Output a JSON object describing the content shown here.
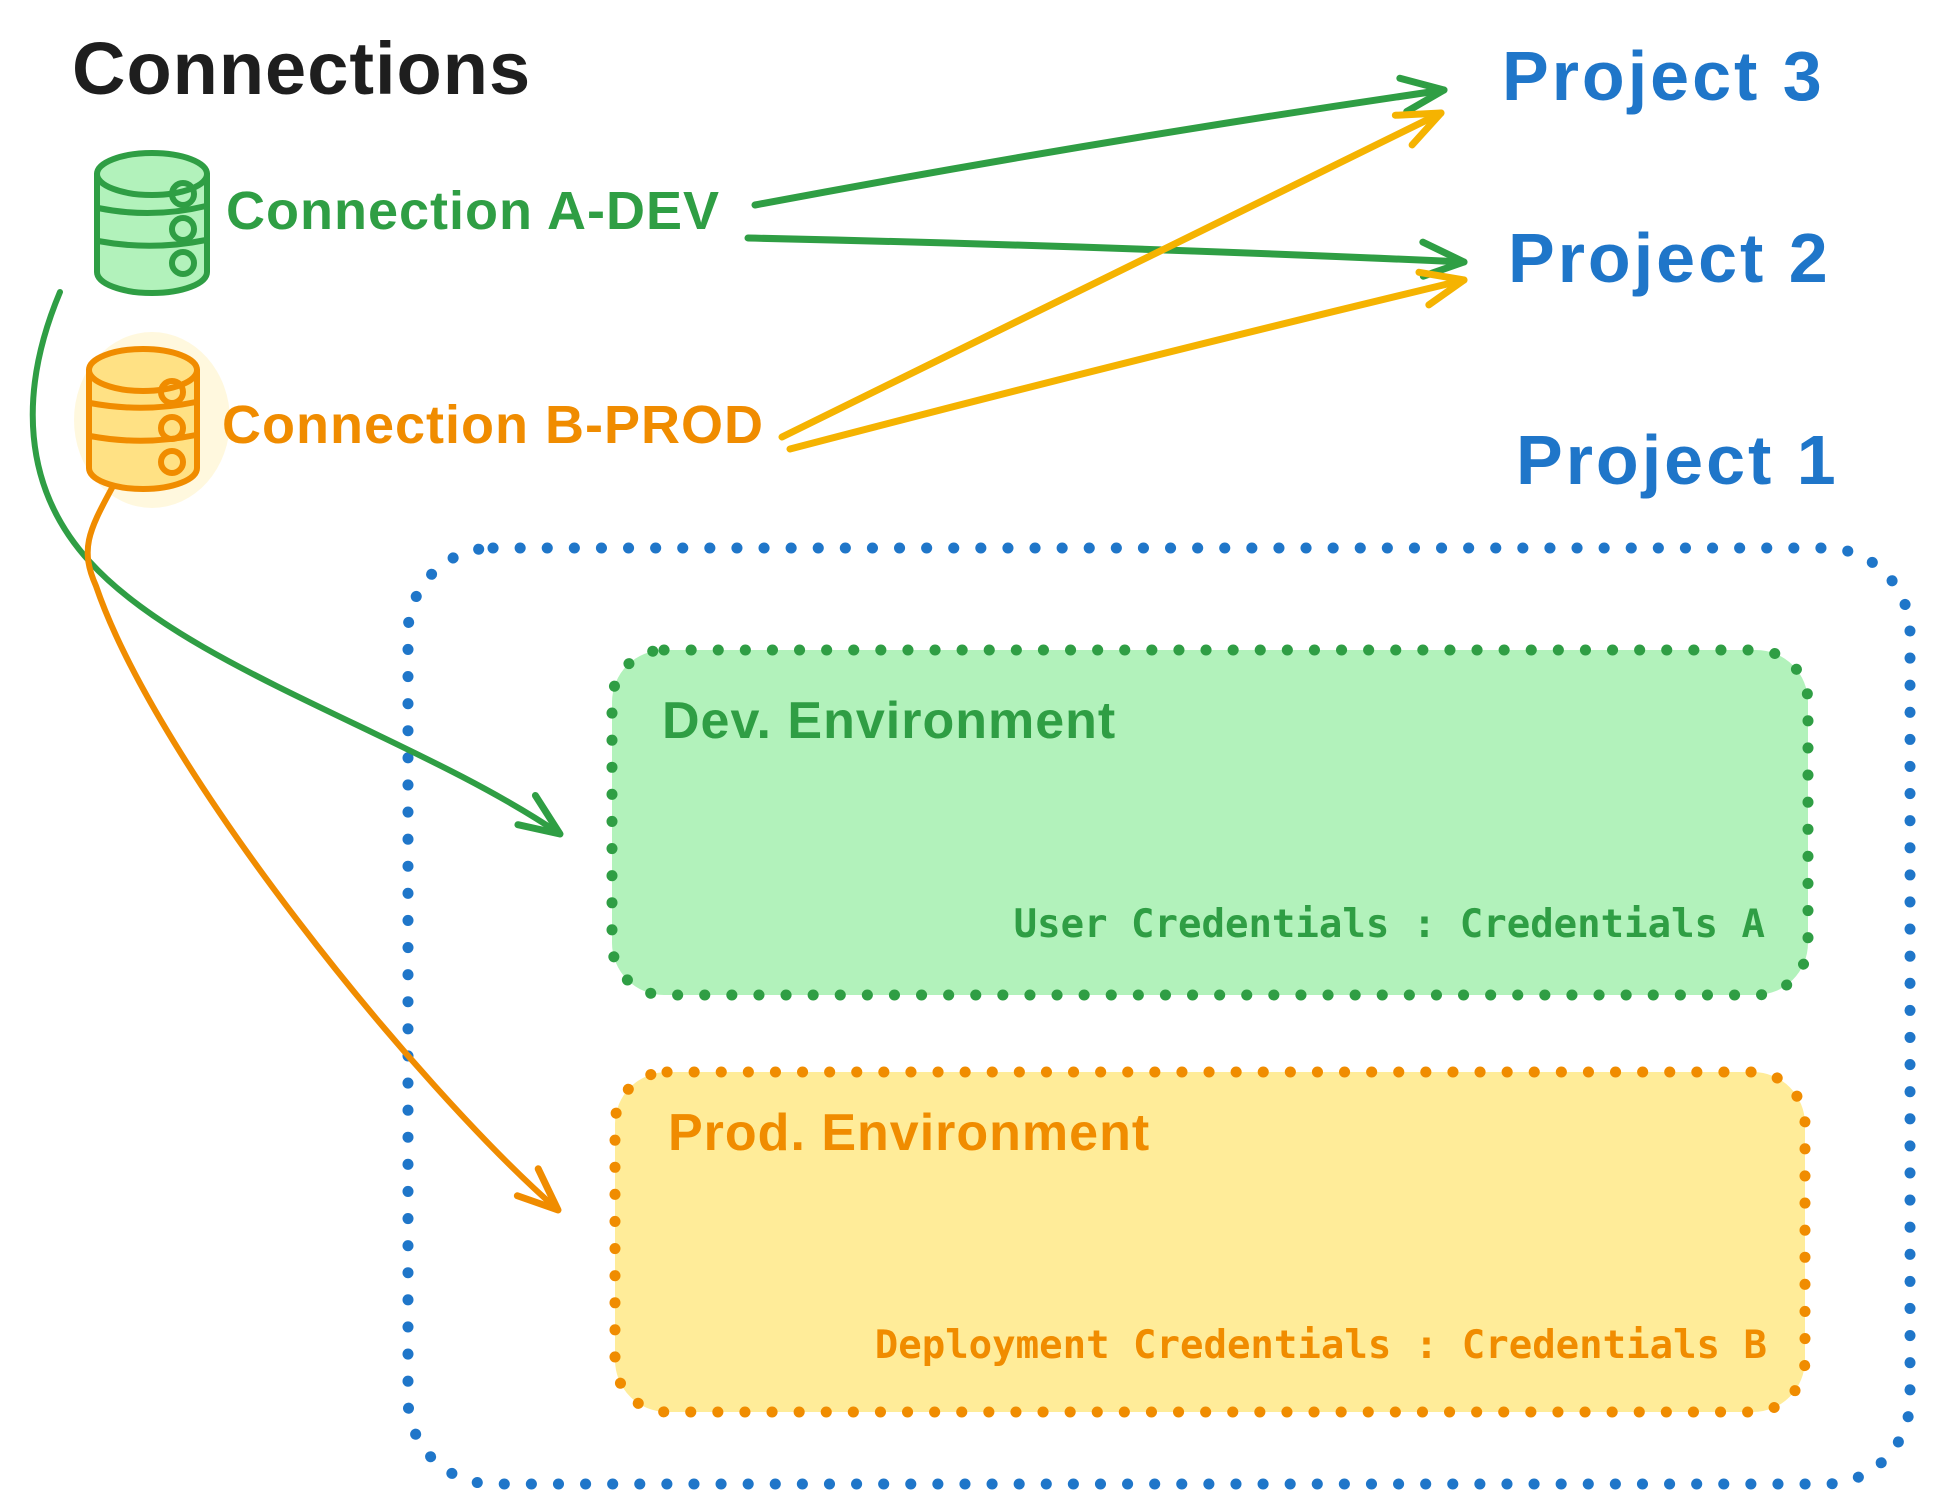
{
  "title": "Connections",
  "connections": [
    {
      "id": "a-dev",
      "label": "Connection A-DEV"
    },
    {
      "id": "b-prod",
      "label": "Connection B-PROD"
    }
  ],
  "projects": [
    {
      "label": "Project 3"
    },
    {
      "label": "Project 2"
    },
    {
      "label": "Project 1"
    }
  ],
  "environments": {
    "dev": {
      "title": "Dev. Environment",
      "credentials": "User Credentials : Credentials A"
    },
    "prod": {
      "title": "Prod. Environment",
      "credentials": "Deployment Credentials : Credentials B"
    }
  },
  "colors": {
    "bg": "#ffffff",
    "ink": "#1e1e1e",
    "green": "#2f9e44",
    "green_fill": "#b2f2bb",
    "orange": "#f08c00",
    "orange_fill": "#ffec99",
    "orange_db_fill": "#ffe184",
    "orange_halo": "#fff3c2",
    "amber": "#f5b301",
    "blue": "#1f76c9"
  }
}
